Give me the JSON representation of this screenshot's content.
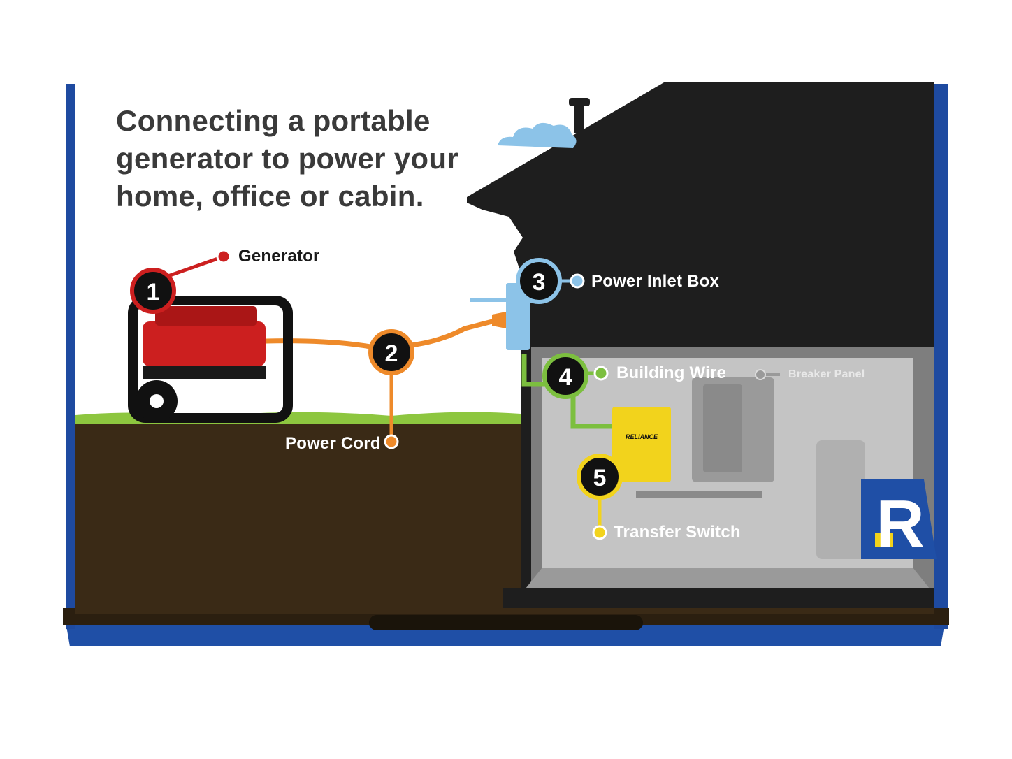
{
  "title": "Connecting a portable generator to power your home, office or cabin.",
  "labels": {
    "generator": "Generator",
    "power_cord": "Power Cord",
    "power_inlet_box": "Power Inlet Box",
    "building_wire": "Building Wire",
    "breaker_panel": "Breaker Panel",
    "transfer_switch": "Transfer Switch"
  },
  "steps": [
    "1",
    "2",
    "3",
    "4",
    "5"
  ],
  "brand": {
    "switch_text": "RELIANCE",
    "logo_letter": "R"
  },
  "colors": {
    "generator": "#cc1f1f",
    "power_cord": "#ee8a2a",
    "power_inlet_box": "#8cc3e8",
    "building_wire": "#7cbf3f",
    "transfer_switch": "#f2d31c",
    "box_blue": "#1f4fa6",
    "ground": "#3a2a16",
    "house": "#1e1e1e"
  }
}
